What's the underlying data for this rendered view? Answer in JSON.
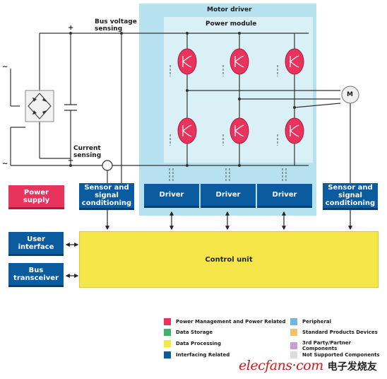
{
  "labels": {
    "motor_driver": "Motor driver",
    "power_module": "Power module",
    "bus_voltage_sensing": "Bus voltage\nsensing",
    "current_sensing": "Current\nsensing",
    "plus": "+",
    "minus": "−",
    "ac_top": "~",
    "ac_bottom": "~",
    "motor": "M"
  },
  "blocks": {
    "power_supply": "Power\nsupply",
    "sensor_left": "Sensor and\nsignal\nconditioning",
    "driver_1": "Driver",
    "driver_2": "Driver",
    "driver_3": "Driver",
    "sensor_right": "Sensor and\nsignal\nconditioning",
    "user_interface": "User\ninterface",
    "bus_transceiver": "Bus\ntransceiver",
    "control_unit": "Control unit"
  },
  "legend": [
    {
      "label": "Power Management and Power Related",
      "color": "#e8335c"
    },
    {
      "label": "Data Storage",
      "color": "#3fb36b"
    },
    {
      "label": "Data Processing",
      "color": "#f7e64a"
    },
    {
      "label": "Interfacing Related",
      "color": "#0a5c9e"
    },
    {
      "label": "Peripheral",
      "color": "#6fb7e0"
    },
    {
      "label": "Standard Products Devices",
      "color": "#f5c06a"
    },
    {
      "label": "3rd Party/Partner Components",
      "color": "#c9a0d6"
    },
    {
      "label": "Not Supported Components",
      "color": "#dcdcdc"
    }
  ],
  "colors": {
    "motor_driver_bg": "#b6e1ee",
    "power_module_bg": "#d9f0f6",
    "transistor": "#e8335c",
    "wire": "#333333"
  },
  "watermark": {
    "main": "elecfans",
    "dot": "·",
    "com": "com",
    "chinese": "电子发烧友"
  }
}
